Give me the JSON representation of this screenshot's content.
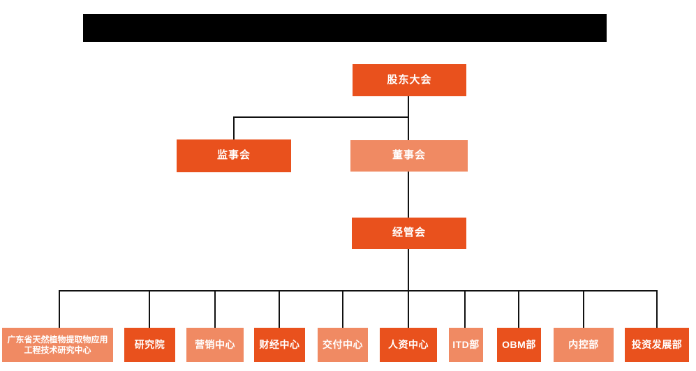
{
  "title_bar": {
    "redacted": true,
    "color": "#000000"
  },
  "colors": {
    "background": "#FFFFFF",
    "primary_orange": "#E9511D",
    "secondary_salmon": "#F08A63",
    "connector_line": "#111111",
    "node_text": "#FFFFFF"
  },
  "org_chart": {
    "type": "organization-tree",
    "nodes": [
      {
        "id": "shareholders-meeting",
        "label": "股东大会",
        "level": 1,
        "variant": "primary",
        "parent": null
      },
      {
        "id": "supervisory-board",
        "label": "监事会",
        "level": 2,
        "variant": "primary",
        "parent": "shareholders-meeting"
      },
      {
        "id": "board-of-directors",
        "label": "董事会",
        "level": 2,
        "variant": "secondary",
        "parent": "shareholders-meeting"
      },
      {
        "id": "management-committee",
        "label": "经管会",
        "level": 3,
        "variant": "primary",
        "parent": "board-of-directors"
      },
      {
        "id": "guangdong-research-center",
        "label": "广东省天然植物提取物应用工程技术研究中心",
        "level": 4,
        "variant": "secondary",
        "parent": "management-committee"
      },
      {
        "id": "research-institute",
        "label": "研究院",
        "level": 4,
        "variant": "primary",
        "parent": "management-committee"
      },
      {
        "id": "marketing-center",
        "label": "营销中心",
        "level": 4,
        "variant": "secondary",
        "parent": "management-committee"
      },
      {
        "id": "finance-center",
        "label": "财经中心",
        "level": 4,
        "variant": "primary",
        "parent": "management-committee"
      },
      {
        "id": "delivery-center",
        "label": "交付中心",
        "level": 4,
        "variant": "secondary",
        "parent": "management-committee"
      },
      {
        "id": "hr-center",
        "label": "人资中心",
        "level": 4,
        "variant": "primary",
        "parent": "management-committee"
      },
      {
        "id": "itd-dept",
        "label": "ITD部",
        "level": 4,
        "variant": "secondary",
        "parent": "management-committee"
      },
      {
        "id": "obm-dept",
        "label": "OBM部",
        "level": 4,
        "variant": "primary",
        "parent": "management-committee"
      },
      {
        "id": "internal-control-dept",
        "label": "内控部",
        "level": 4,
        "variant": "secondary",
        "parent": "management-committee"
      },
      {
        "id": "investment-dev-dept",
        "label": "投资发展部",
        "level": 4,
        "variant": "primary",
        "parent": "management-committee"
      }
    ]
  }
}
